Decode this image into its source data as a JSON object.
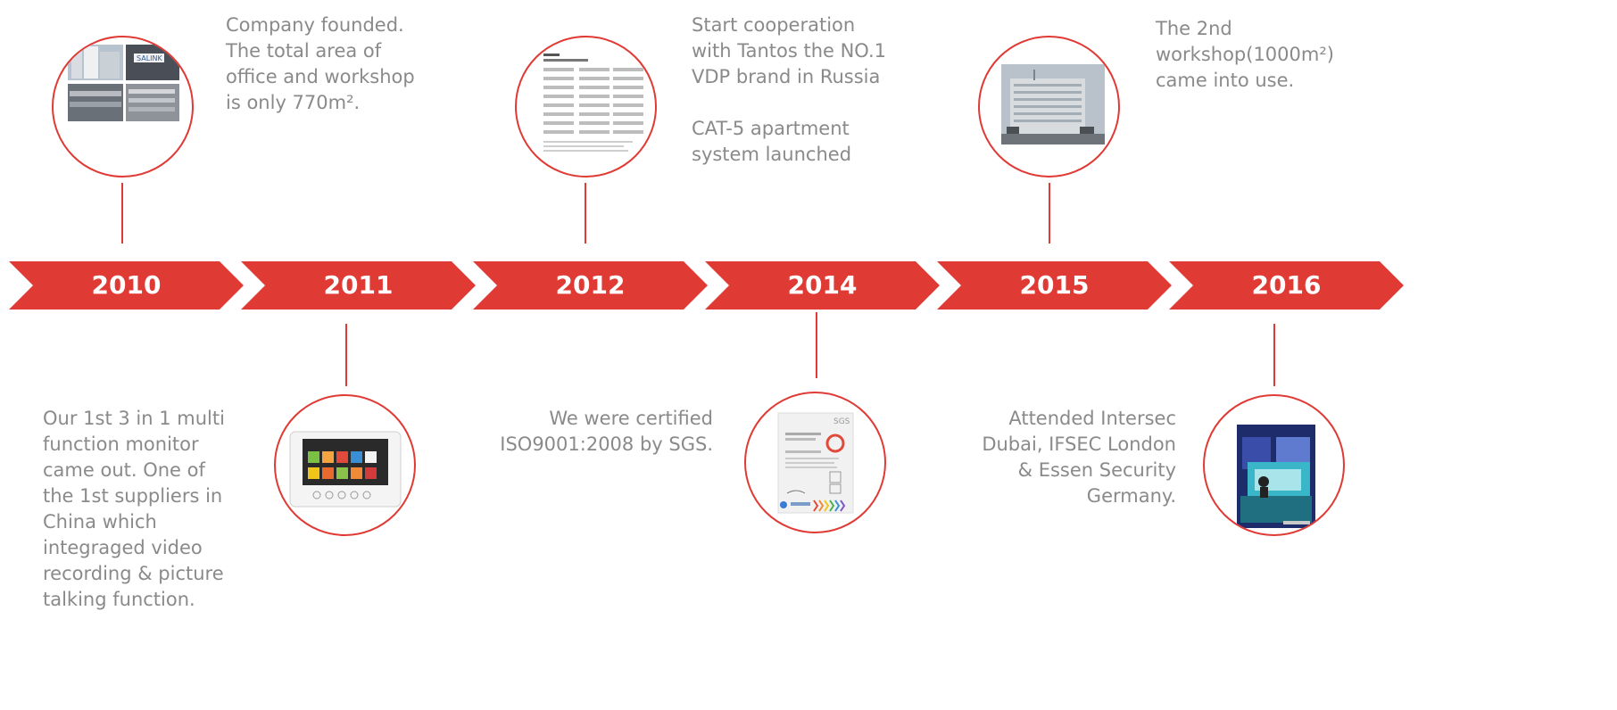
{
  "colors": {
    "accent": "#e03a35",
    "text": "#8a8a8a"
  },
  "timeline": [
    {
      "year": "2010",
      "text": "Company founded.\nThe total area of\noffice and workshop\nis only 770m²."
    },
    {
      "year": "2011",
      "text": "Our 1st 3 in 1 multi\nfunction monitor\ncame out. One of\nthe 1st suppliers in\nChina which\nintegraged video\nrecording & picture\ntalking function."
    },
    {
      "year": "2012",
      "text": "Start cooperation\nwith Tantos the NO.1\nVDP brand in Russia\n\nCAT-5 apartment\nsystem launched"
    },
    {
      "year": "2014",
      "text": "We were certified\nISO9001:2008 by SGS."
    },
    {
      "year": "2015",
      "text": "The 2nd\nworkshop(1000m²)\ncame into use."
    },
    {
      "year": "2016",
      "text": "Attended Intersec\nDubai, IFSEC London\n& Essen Security\nGermany."
    }
  ],
  "images": {
    "2010": "office-building-photos",
    "2011": "touch-monitor-photo",
    "2012": "apartment-system-layout-diagram",
    "2014": "sgs-iso-certificate",
    "2015": "workshop-building-photo",
    "2016": "exhibition-booth-photo"
  }
}
